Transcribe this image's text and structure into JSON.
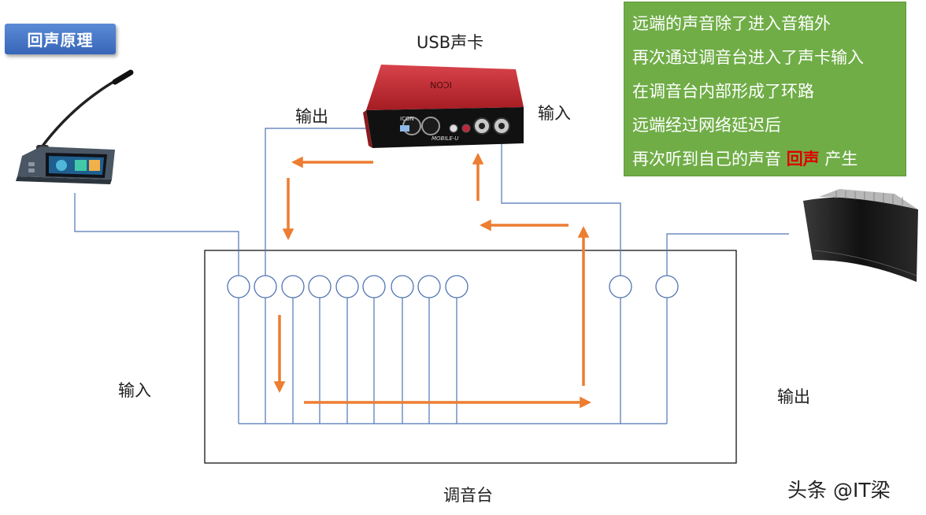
{
  "title_badge": "回声原理",
  "note": {
    "lines": [
      "远端的声音除了进入音箱外",
      "再次通过调音台进入了声卡输入",
      "在调音台内部形成了环路",
      "远端经过网络延迟后"
    ],
    "last_line_prefix": "再次听到自己的声音",
    "last_line_highlight": "回声",
    "last_line_suffix": "产生"
  },
  "labels": {
    "usb_card": "USB声卡",
    "card_output": "输出",
    "card_input": "输入",
    "mixer_input": "输入",
    "mixer_output": "输出",
    "mixer": "调音台"
  },
  "device_text": {
    "card_brand": "ICON",
    "card_model": "MOBILE-U"
  },
  "watermark": "头条 @IT梁",
  "colors": {
    "badge": "#4a78c8",
    "note_bg": "#70ad47",
    "highlight": "#e00000",
    "wire": "#4f74b3",
    "arrow": "#ed7d31",
    "card_red": "#b8252c"
  }
}
